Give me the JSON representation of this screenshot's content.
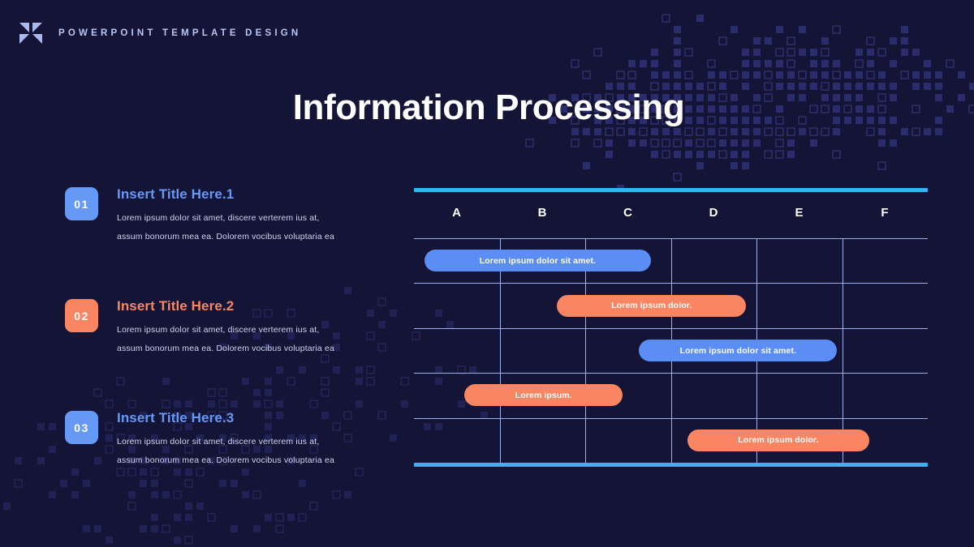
{
  "brand": {
    "logo_icon": "four-triangle-logo-icon",
    "text": "POWERPOINT TEMPLATE DESIGN"
  },
  "title": "Information Processing",
  "colors": {
    "background": "#141436",
    "accent_blue": "#5b8df5",
    "accent_orange": "#f98562",
    "rule_cyan": "#3ab4f0",
    "grid_line": "#9fb0e8",
    "title_white": "#ffffff",
    "body_text": "#ced6ee"
  },
  "left_items": [
    {
      "badge": "01",
      "badge_color": "blue",
      "title": "Insert Title Here.1",
      "title_color": "blue",
      "line1": "Lorem  ipsum dolor sit amet, discere verterem  ius at,",
      "line2": "assum bonorum mea ea. Dolorem vocibus voluptaria ea"
    },
    {
      "badge": "02",
      "badge_color": "orange",
      "title": "Insert Title Here.2",
      "title_color": "orange",
      "line1": "Lorem  ipsum dolor sit amet, discere verterem  ius at,",
      "line2": "assum bonorum mea ea. Dolorem vocibus voluptaria ea"
    },
    {
      "badge": "03",
      "badge_color": "blue",
      "title": "Insert Title Here.3",
      "title_color": "blue",
      "line1": "Lorem  ipsum dolor sit amet, discere verterem  ius at,",
      "line2": "assum bonorum mea ea. Dolorem vocibus voluptaria ea"
    }
  ],
  "chart_data": {
    "type": "bar",
    "title": "Information Processing",
    "orientation": "horizontal-gantt",
    "categories": [
      "A",
      "B",
      "C",
      "D",
      "E",
      "F"
    ],
    "xlabel": "",
    "ylabel": "",
    "grid": true,
    "legend": "none",
    "rows": 5,
    "bars": [
      {
        "row": 1,
        "label": "Lorem ipsum dolor sit amet.",
        "color": "blue",
        "start": 0.12,
        "end": 2.77
      },
      {
        "row": 2,
        "label": "Lorem ipsum dolor.",
        "color": "orange",
        "start": 1.67,
        "end": 3.88
      },
      {
        "row": 3,
        "label": "Lorem ipsum dolor sit amet.",
        "color": "blue",
        "start": 2.63,
        "end": 4.94
      },
      {
        "row": 4,
        "label": "Lorem ipsum.",
        "color": "orange",
        "start": 0.59,
        "end": 2.44
      },
      {
        "row": 5,
        "label": "Lorem ipsum dolor.",
        "color": "orange",
        "start": 3.19,
        "end": 5.32
      }
    ]
  }
}
